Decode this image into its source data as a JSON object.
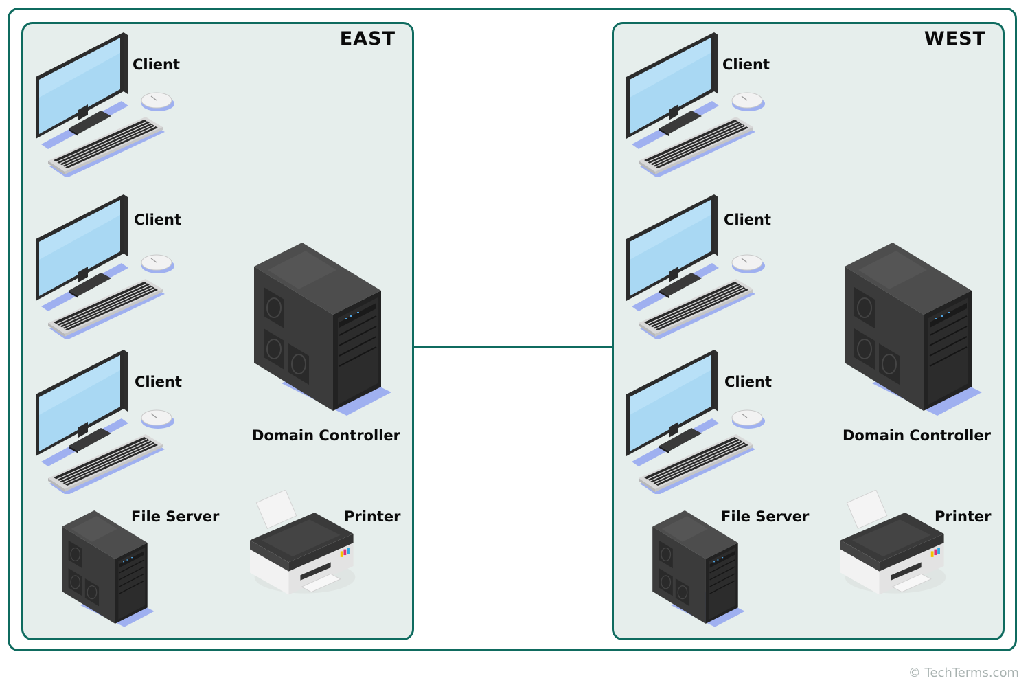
{
  "sites": [
    {
      "title": "EAST",
      "labels": {
        "client_1": "Client",
        "client_2": "Client",
        "client_3": "Client",
        "domain_controller": "Domain Controller",
        "file_server": "File Server",
        "printer": "Printer"
      }
    },
    {
      "title": "WEST",
      "labels": {
        "client_1": "Client",
        "client_2": "Client",
        "client_3": "Client",
        "domain_controller": "Domain Controller",
        "file_server": "File Server",
        "printer": "Printer"
      }
    }
  ],
  "footer": "© TechTerms.com",
  "colors": {
    "border": "#0f6b5f",
    "site_background": "#e6eeec",
    "screen": "#a9d8f3",
    "tower": "#333333",
    "shadow": "#9fb0f0"
  },
  "icons": [
    "desktop-computer-icon",
    "keyboard-icon",
    "mouse-icon",
    "server-tower-icon",
    "printer-icon"
  ]
}
